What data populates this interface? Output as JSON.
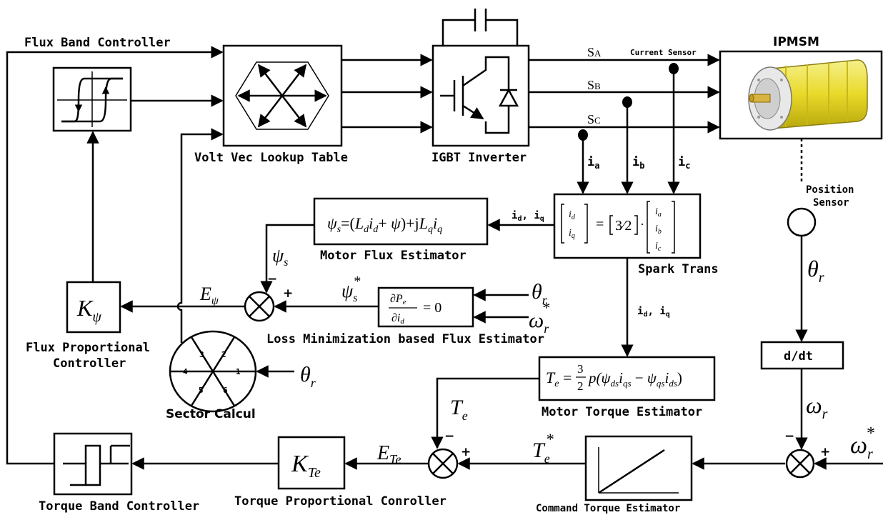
{
  "labels": {
    "flux_band": "Flux Band Controller",
    "volt_vec": "Volt Vec Lookup Table",
    "igbt": "IGBT Inverter",
    "ipmsm": "IPMSM",
    "current_sensor": "Current Sensor",
    "sa": "S",
    "sa_sub": "A",
    "sb": "S",
    "sb_sub": "B",
    "sc": "S",
    "sc_sub": "C",
    "ia": "i",
    "ia_sub": "a",
    "ib": "i",
    "ib_sub": "b",
    "ic": "i",
    "ic_sub": "c",
    "position_sensor_1": "Position",
    "position_sensor_2": "Sensor",
    "spark_trans": "Spark Trans",
    "idq_top": "i",
    "idq_bottom": "i",
    "motor_flux": "Motor Flux Estimator",
    "loss_min": "Loss Minimization based Flux Estimator",
    "flux_prop_1": "Flux Proportional",
    "flux_prop_2": "Controller",
    "sector_calc": "Sector Calcul",
    "ddt": "d/dt",
    "motor_torque": "Motor Torque Estimator",
    "torque_band": "Torque Band Controller",
    "torque_prop": "Torque Proportional Conroller",
    "cmd_torque": "Command Torque Estimator"
  },
  "sectors": [
    "3",
    "2",
    "1",
    "6",
    "5",
    "4"
  ],
  "symbols": {
    "psi_s": "ψs",
    "psi_s_star": "ψs*",
    "e_psi": "Eψ",
    "k_psi": "Kψ",
    "theta_r": "θr",
    "omega_r": "ωr",
    "omega_r_star": "ωr*",
    "t_e": "Te",
    "t_e_star": "Te*",
    "e_te": "ETe",
    "k_te": "KTe",
    "minus": "−",
    "plus": "+"
  },
  "equations": {
    "flux": "ψs=(Ld id+ ψ)+jLq iq",
    "loss": "∂Pe/∂id = 0",
    "torque": "Te = 3/2 p(ψds iqs − ψqs ids)",
    "park": "[id; iq] = [3/2]·[ia; ib; ic]"
  }
}
